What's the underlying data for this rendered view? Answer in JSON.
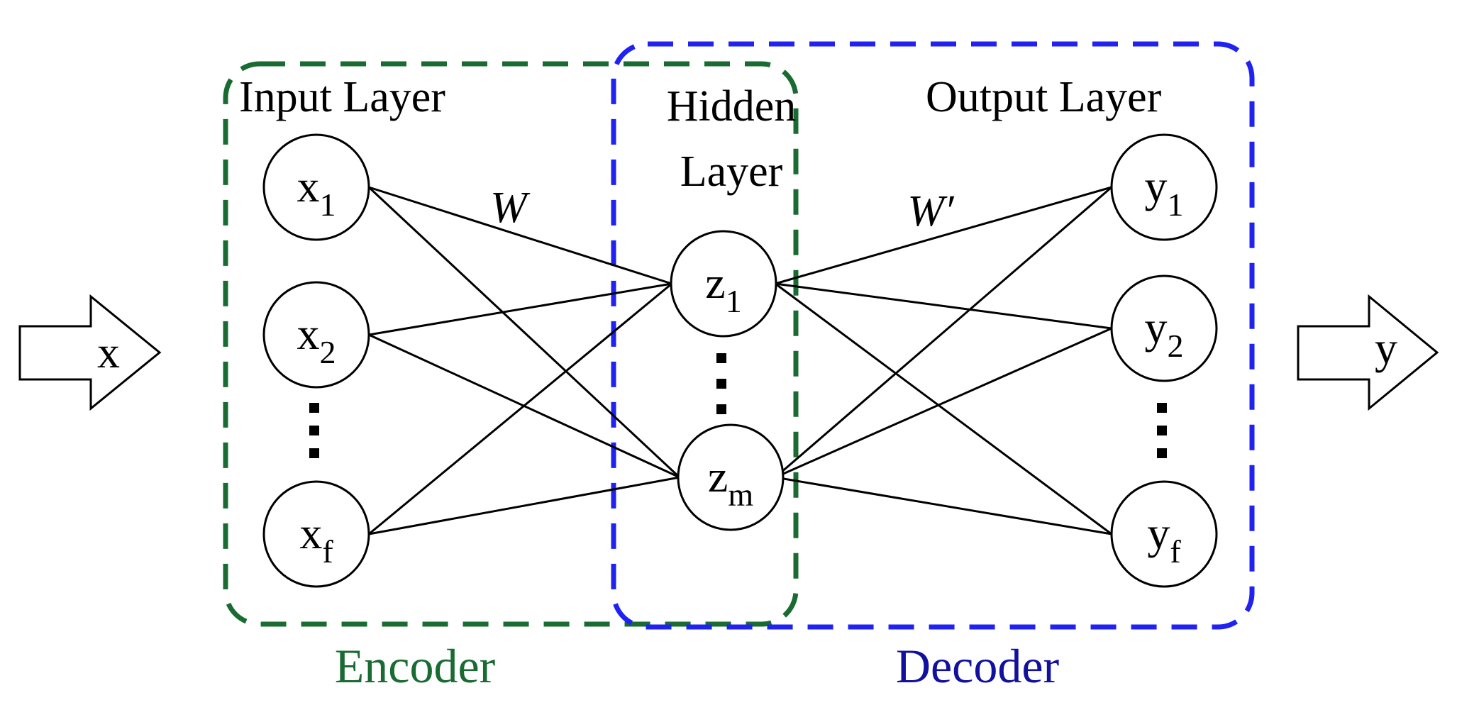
{
  "colors": {
    "encoder": "#1a6b32",
    "decoder": "#1f22f0",
    "encoder_text": "#1a6b32",
    "decoder_text": "#11119e"
  },
  "input": {
    "label": "x"
  },
  "output": {
    "label": "y"
  },
  "layers": {
    "input_title": "Input Layer",
    "hidden_title_line1": "Hidden",
    "hidden_title_line2": "Layer",
    "output_title": "Output Layer"
  },
  "nodes": {
    "input": [
      {
        "base": "x",
        "sub": "1"
      },
      {
        "base": "x",
        "sub": "2"
      },
      {
        "base": "x",
        "sub": "f"
      }
    ],
    "hidden": [
      {
        "base": "z",
        "sub": "1"
      },
      {
        "base": "z",
        "sub": "m"
      }
    ],
    "output": [
      {
        "base": "y",
        "sub": "1"
      },
      {
        "base": "y",
        "sub": "2"
      },
      {
        "base": "y",
        "sub": "f"
      }
    ]
  },
  "weights": {
    "encoder": "W",
    "decoder": "W′"
  },
  "captions": {
    "encoder": "Encoder",
    "decoder": "Decoder"
  }
}
